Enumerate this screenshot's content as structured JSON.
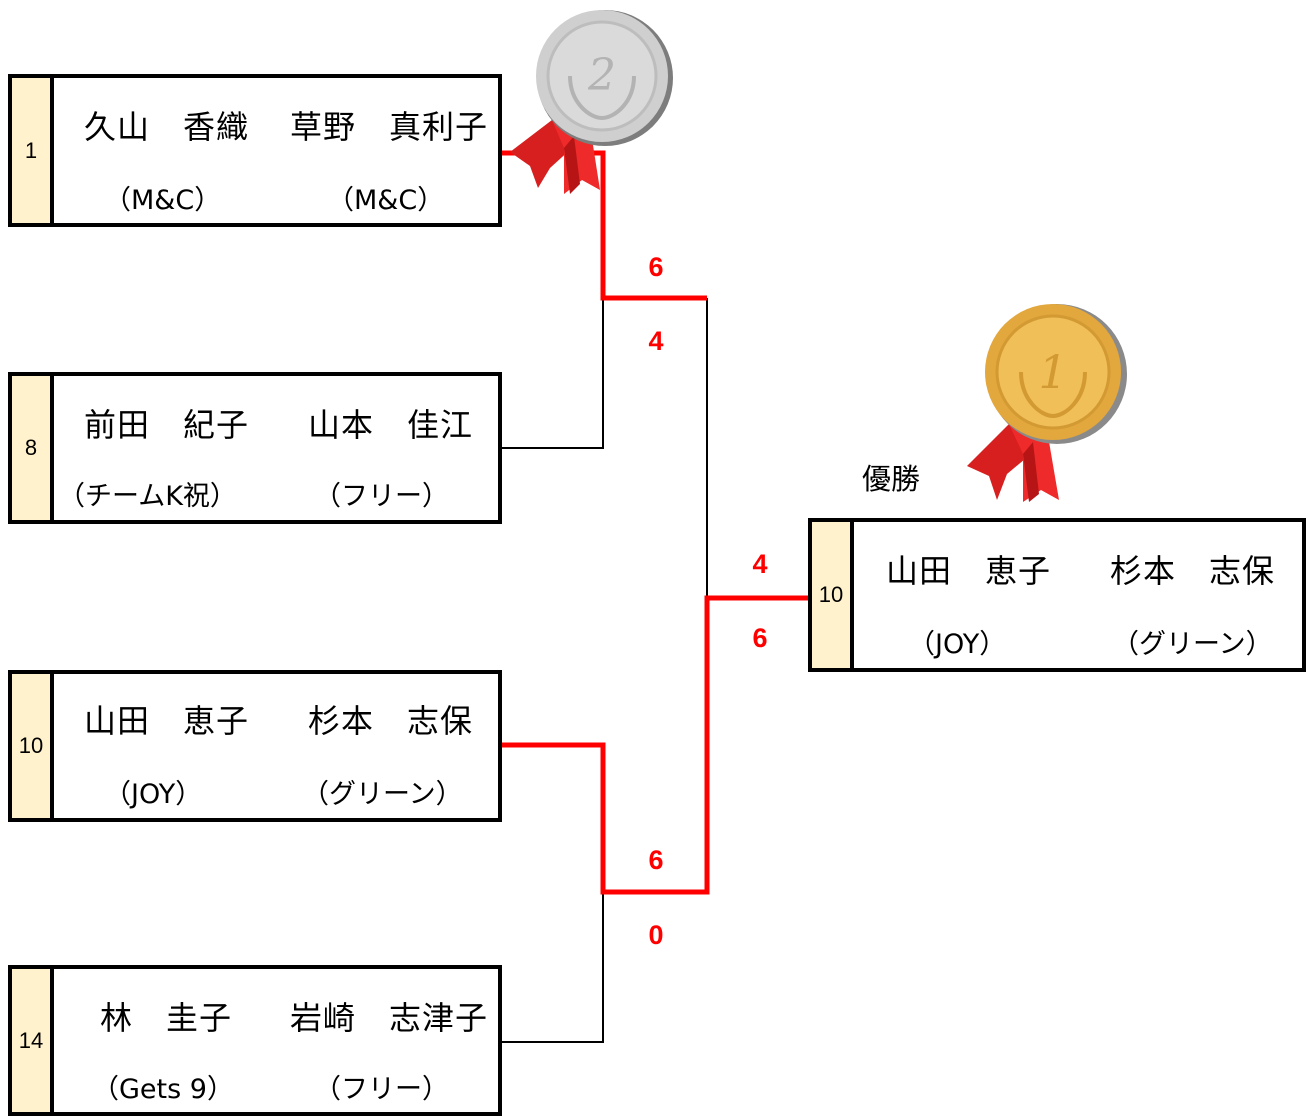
{
  "entries": [
    {
      "seed": "1",
      "p1_name": "久山　香織",
      "p2_name": "草野　真利子",
      "p1_team": "（M&C）",
      "p2_team": "（M&C）"
    },
    {
      "seed": "8",
      "p1_name": "前田　紀子",
      "p2_name": "山本　佳江",
      "p1_team": "（チームK祝）",
      "p2_team": "（フリー）"
    },
    {
      "seed": "10",
      "p1_name": "山田　恵子",
      "p2_name": "杉本　志保",
      "p1_team": "（JOY）",
      "p2_team": "（グリーン）"
    },
    {
      "seed": "14",
      "p1_name": "林　圭子",
      "p2_name": "岩崎　志津子",
      "p1_team": "（Gets 9）",
      "p2_team": "（フリー）"
    }
  ],
  "champion": {
    "label": "優勝",
    "seed": "10",
    "p1_name": "山田　恵子",
    "p2_name": "杉本　志保",
    "p1_team": "（JOY）",
    "p2_team": "（グリーン）"
  },
  "scores": {
    "semi1_top": "6",
    "semi1_bottom": "4",
    "semi2_top": "6",
    "semi2_bottom": "0",
    "final_top": "4",
    "final_bottom": "6"
  },
  "medals": {
    "silver": "2",
    "gold": "1"
  },
  "colors": {
    "winner_line": "#ff0000",
    "seed_fill": "#fff2cc",
    "gold": "#e0a83a",
    "silver": "#c0c0c0",
    "ribbon": "#e02424"
  }
}
